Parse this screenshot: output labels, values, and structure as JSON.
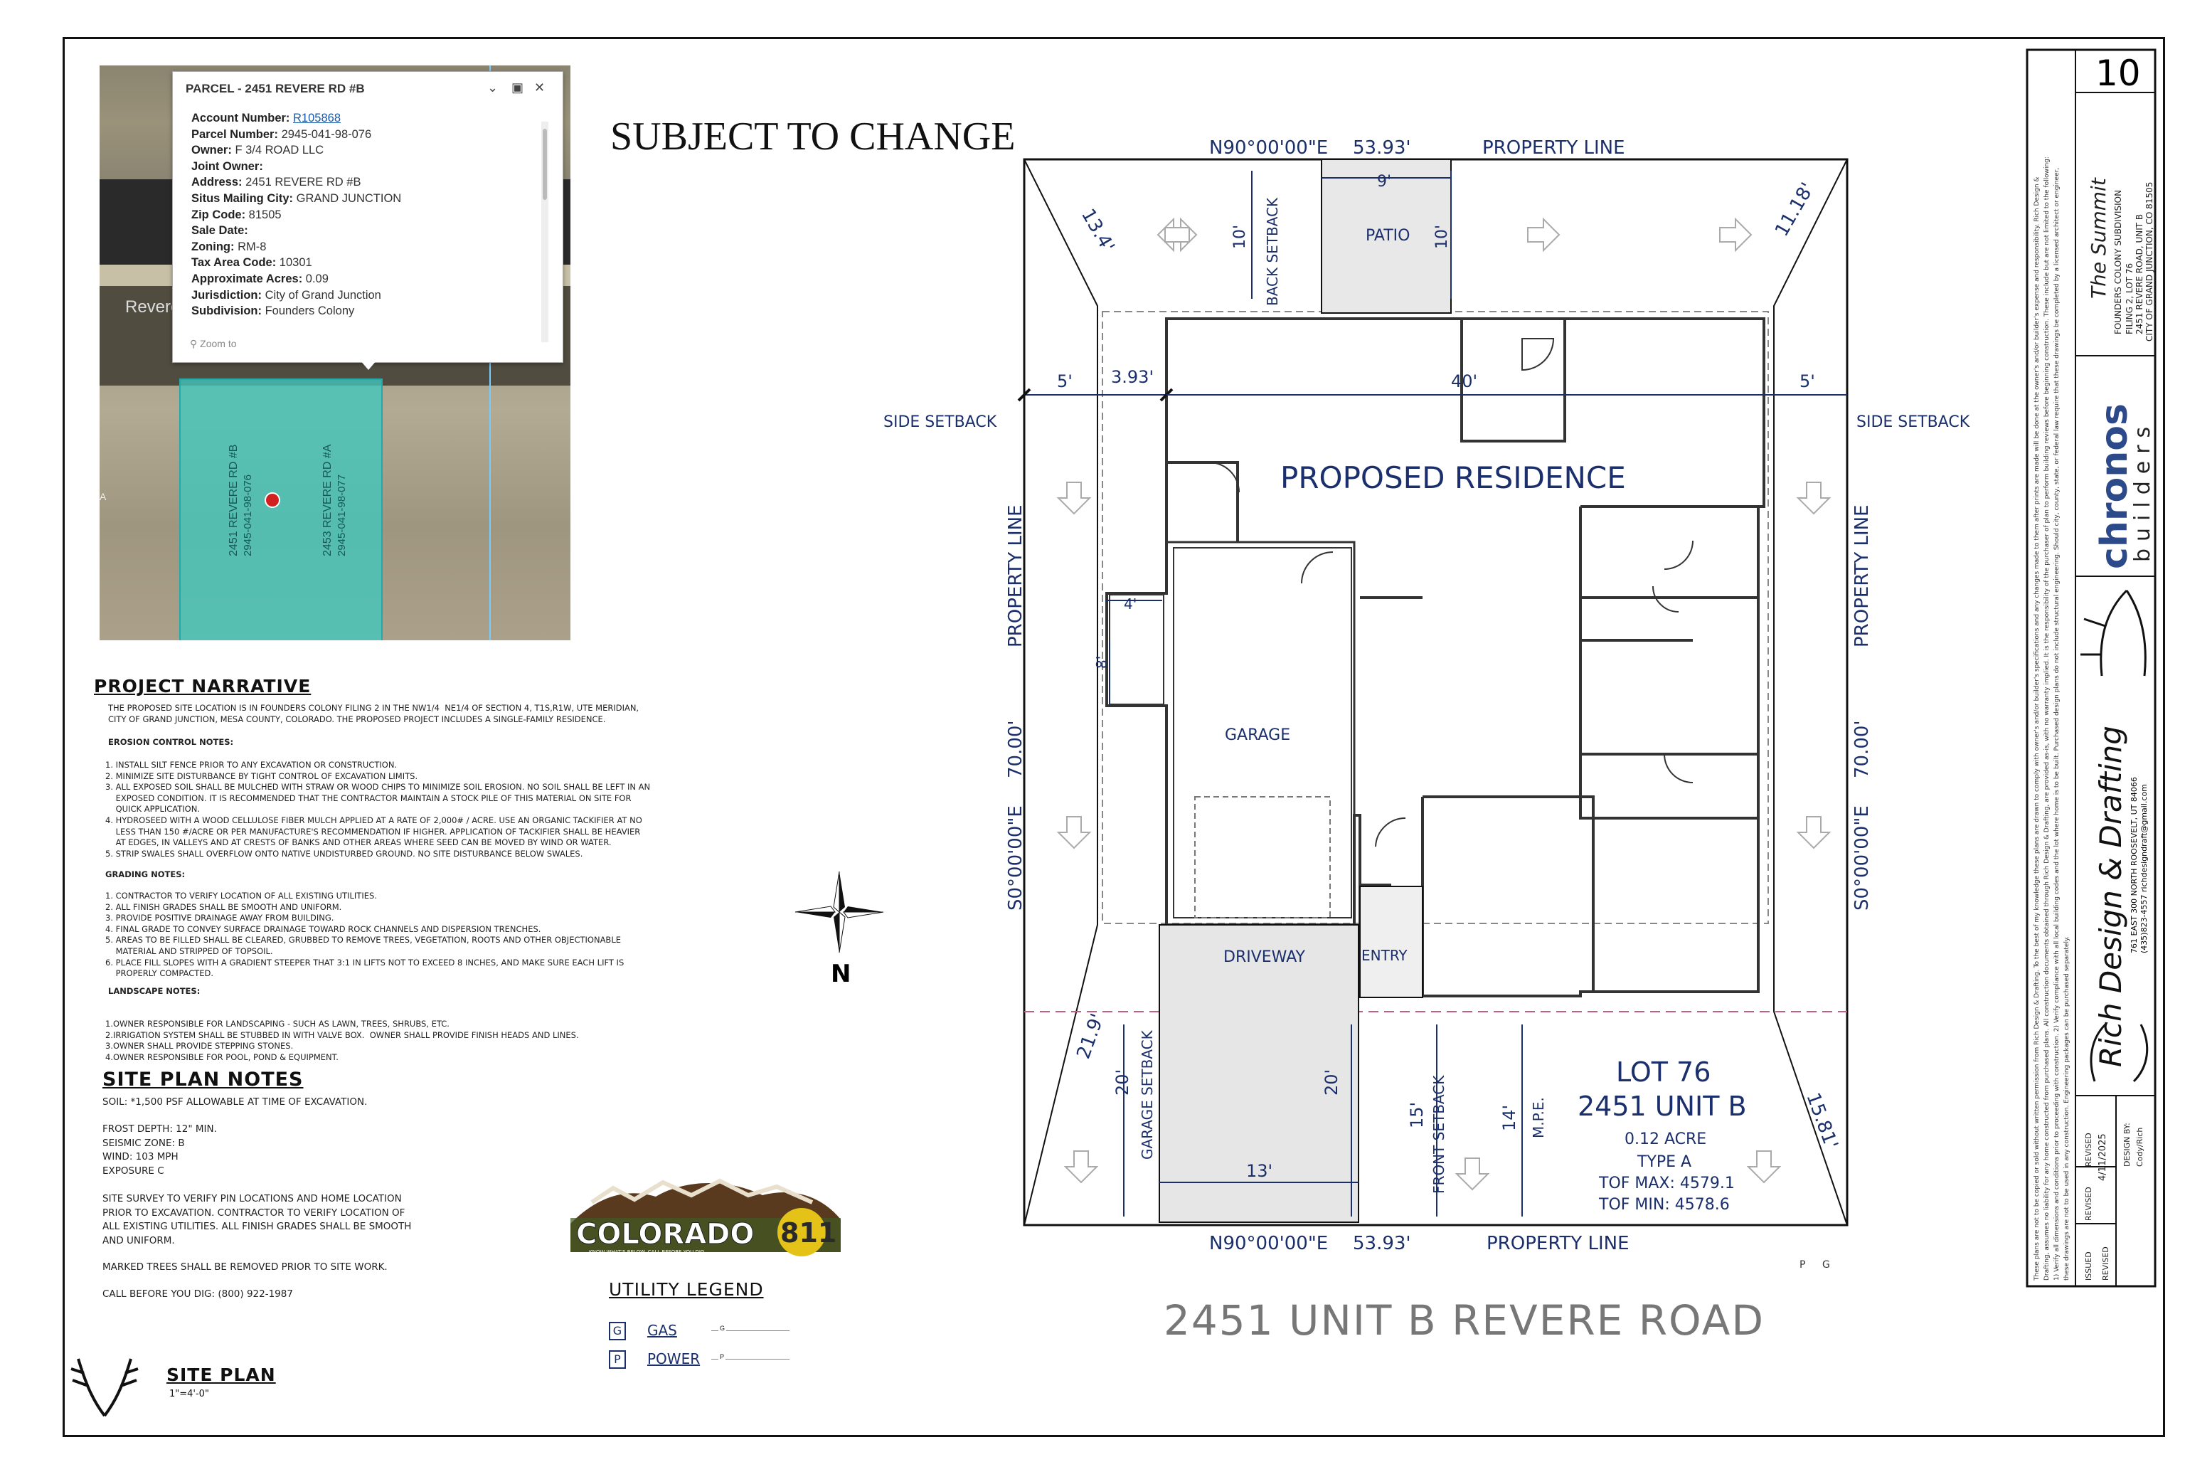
{
  "header": {
    "subject": "SUBJECT TO CHANGE",
    "sheet_number": "10"
  },
  "parcel_popup": {
    "title": "PARCEL - 2451 REVERE RD #B",
    "fields": [
      {
        "label": "Account Number:",
        "value": "R105868",
        "link": true
      },
      {
        "label": "Parcel Number:",
        "value": "2945-041-98-076"
      },
      {
        "label": "Owner:",
        "value": "F 3/4 ROAD LLC"
      },
      {
        "label": "Joint Owner:",
        "value": ""
      },
      {
        "label": "Address:",
        "value": "2451 REVERE RD #B"
      },
      {
        "label": "Situs Mailing City:",
        "value": "GRAND JUNCTION"
      },
      {
        "label": "Zip Code:",
        "value": "81505"
      },
      {
        "label": "Sale Date:",
        "value": ""
      },
      {
        "label": "Zoning:",
        "value": "RM-8"
      },
      {
        "label": "Tax Area Code:",
        "value": "10301"
      },
      {
        "label": "Approximate Acres:",
        "value": "0.09"
      },
      {
        "label": "Jurisdiction:",
        "value": "City of Grand Junction"
      },
      {
        "label": "Subdivision:",
        "value": "Founders Colony"
      }
    ],
    "zoom_label": "Zoom to",
    "map_labels": {
      "street": "Revere",
      "lot_b": "2451 REVERE RD #B",
      "lot_b_parcel": "2945-041-98-076",
      "lot_a": "2453 REVERE RD #A",
      "lot_a_parcel": "2945-041-98-077",
      "edge": "A"
    }
  },
  "narrative": {
    "title": "PROJECT NARRATIVE",
    "intro": "THE PROPOSED SITE LOCATION IS IN FOUNDERS COLONY FILING 2 IN THE NW1/4  NE1/4 OF SECTION 4, T1S,R1W, UTE MERIDIAN,\nCITY OF GRAND JUNCTION, MESA COUNTY, COLORADO. THE PROPOSED PROJECT INCLUDES A SINGLE-FAMILY RESIDENCE.",
    "erosion_title": "EROSION CONTROL NOTES:",
    "erosion": "1. INSTALL SILT FENCE PRIOR TO ANY EXCAVATION OR CONSTRUCTION.\n2. MINIMIZE SITE DISTURBANCE BY TIGHT CONTROL OF EXCAVATION LIMITS.\n3. ALL EXPOSED SOIL SHALL BE MULCHED WITH STRAW OR WOOD CHIPS TO MINIMIZE SOIL EROSION. NO SOIL SHALL BE LEFT IN AN\n    EXPOSED CONDITION. IT IS RECOMMENDED THAT THE CONTRACTOR MAINTAIN A STOCK PILE OF THIS MATERIAL ON SITE FOR\n    QUICK APPLICATION.\n4. HYDROSEED WITH A WOOD CELLULOSE FIBER MULCH APPLIED AT A RATE OF 2,000# / ACRE. USE AN ORGANIC TACKIFIER AT NO\n    LESS THAN 150 #/ACRE OR PER MANUFACTURE'S RECOMMENDATION IF HIGHER. APPLICATION OF TACKIFIER SHALL BE HEAVIER\n    AT EDGES, IN VALLEYS AND AT CRESTS OF BANKS AND OTHER AREAS WHERE SEED CAN BE MOVED BY WIND OR WATER.\n5. STRIP SWALES SHALL OVERFLOW ONTO NATIVE UNDISTURBED GROUND. NO SITE DISTURBANCE BELOW SWALES.",
    "grading_title": "GRADING NOTES:",
    "grading": "1. CONTRACTOR TO VERIFY LOCATION OF ALL EXISTING UTILITIES.\n2. ALL FINISH GRADES SHALL BE SMOOTH AND UNIFORM.\n3. PROVIDE POSITIVE DRAINAGE AWAY FROM BUILDING.\n4. FINAL GRADE TO CONVEY SURFACE DRAINAGE TOWARD ROCK CHANNELS AND DISPERSION TRENCHES.\n5. AREAS TO BE FILLED SHALL BE CLEARED, GRUBBED TO REMOVE TREES, VEGETATION, ROOTS AND OTHER OBJECTIONABLE\n    MATERIAL AND STRIPPED OF TOPSOIL.\n6. PLACE FILL SLOPES WITH A GRADIENT STEEPER THAT 3:1 IN LIFTS NOT TO EXCEED 8 INCHES, AND MAKE SURE EACH LIFT IS\n    PROPERLY COMPACTED.",
    "landscape_title": "LANDSCAPE NOTES:",
    "landscape": "1.OWNER RESPONSIBLE FOR LANDSCAPING - SUCH AS LAWN, TREES, SHRUBS, ETC.\n2.IRRIGATION SYSTEM SHALL BE STUBBED IN WITH VALVE BOX.  OWNER SHALL PROVIDE FINISH HEADS AND LINES.\n3.OWNER SHALL PROVIDE STEPPING STONES.\n4.OWNER RESPONSIBLE FOR POOL, POND & EQUIPMENT."
  },
  "site_notes": {
    "title": "SITE PLAN NOTES",
    "soil": "SOIL: *1,500 PSF ALLOWABLE AT TIME OF EXCAVATION.",
    "specs": "FROST DEPTH: 12\" MIN.\nSEISMIC ZONE: B\nWIND: 103 MPH\nEXPOSURE C",
    "survey": "SITE SURVEY TO VERIFY PIN LOCATIONS AND HOME LOCATION\nPRIOR TO EXCAVATION. CONTRACTOR TO VERIFY LOCATION OF\nALL EXISTING UTILITIES. ALL FINISH GRADES SHALL BE SMOOTH\nAND UNIFORM.",
    "trees": "MARKED TREES SHALL BE REMOVED PRIOR TO SITE WORK.",
    "call": "CALL BEFORE YOU DIG: (800) 922-1987"
  },
  "site_plan_label": {
    "title": "SITE PLAN",
    "scale": "1\"=4'-0\""
  },
  "colorado811": {
    "text": "COLORADO",
    "number": "811",
    "tagline": "KNOW WHAT'S BELOW. CALL BEFORE YOU DIG"
  },
  "compass": {
    "label": "N"
  },
  "utility_legend": {
    "title": "UTILITY LEGEND",
    "items": [
      {
        "symbol": "G",
        "label": "GAS",
        "line": "G"
      },
      {
        "symbol": "P",
        "label": "POWER",
        "line": "P"
      }
    ]
  },
  "plan": {
    "top_bearing": "N90°00'00\"E",
    "top_length": "53.93'",
    "top_line": "PROPERTY LINE",
    "bottom_bearing": "N90°00'00\"E",
    "bottom_length": "53.93'",
    "bottom_line": "PROPERTY LINE",
    "left_bearing": "S0°00'00\"E",
    "left_length": "70.00'",
    "left_line": "PROPERTY LINE",
    "right_bearing": "S0°00'00\"E",
    "right_length": "70.00'",
    "right_line": "PROPERTY LINE",
    "corner_tl": "13.4'",
    "corner_tr": "11.18'",
    "corner_bl": "21.9'",
    "corner_br": "15.81'",
    "patio": "PATIO",
    "patio_w": "9'",
    "patio_d": "10'",
    "back_setback": "BACK SETBACK",
    "back_setback_dim": "10'",
    "side_setback_l": "SIDE SETBACK",
    "side_setback_r": "SIDE SETBACK",
    "side_l_dim": "5'",
    "side_r_dim": "5'",
    "offset_dim": "3.93'",
    "width_dim": "40'",
    "residence": "PROPOSED RESIDENCE",
    "garage": "GARAGE",
    "driveway": "DRIVEWAY",
    "entry": "ENTRY",
    "bump_w": "4'",
    "bump_h": "8'",
    "garage_setback": "GARAGE SETBACK",
    "garage_setback_dim": "20'",
    "driveway_len": "20'",
    "driveway_w": "13'",
    "front_setback": "FRONT SETBACK",
    "front_setback_dim": "15'",
    "mpe": "M.P.E.",
    "mpe_dim": "14'",
    "lot": "LOT 76",
    "unit": "2451 UNIT B",
    "acre": "0.12 ACRE",
    "type": "TYPE A",
    "tof_max": "TOF MAX: 4579.1",
    "tof_min": "TOF MIN: 4578.6",
    "pg": [
      "P",
      "G"
    ]
  },
  "bottom_title": "2451 UNIT B REVERE ROAD",
  "title_block": {
    "project": "The Summit",
    "subdivision": "FOUNDERS COLONY SUBDIVISION",
    "filing": "FILING 2, LOT 76",
    "address": "2451 REVERE ROAD, UNIT B",
    "city": "CITY OF GRAND JUNCTION, CO 81505",
    "builder": "chronos",
    "builder_sub": "builders",
    "drafting": "Rich Design & Drafting",
    "drafting_addr": "761 EAST 300 NORTH ROOSEVELT, UT 84066",
    "drafting_contact": "(435)823-4557 richdesigndraft@gmail.com",
    "disclaimer_a": "These plans are not to be copied or sold without written permission from Rich Design & Drafting. To the best of my knowledge these plans are drawn to comply with owner's and/or builder's specifications and any changes made to them after prints are made will be done at the owner's and/or builder's expense and responsibility. Rich Design &",
    "disclaimer_b": "Drafting, assumes no liability for any home constructed from purchased plans. All construction documents obtained through Rich Design & Drafting, are provided as-is, with no warranty implied. It is the responsibility of the purchaser of plan to perform building reviews before beginning construction. These include but are not limited to the following:",
    "disclaimer_c": "1) Verify all dimensions and conditions prior to proceeding with construction. 2) Verify compliance with all local building codes and the lot where home is to be built. Purchased design plans do not include structural engineering. Should city, county, state, or federal law require that these drawings be completed by a licensed architect or engineer,",
    "disclaimer_d": "these drawings are not to be used in any construction. Engineering packages can be purchased separately.",
    "issued_label": "ISSUED",
    "issued_date": "4/11/2025",
    "design_by_label": "DESIGN BY:",
    "design_by": "Cody/Rich",
    "revised": [
      "REVISED",
      "REVISED",
      "REVISED"
    ]
  }
}
